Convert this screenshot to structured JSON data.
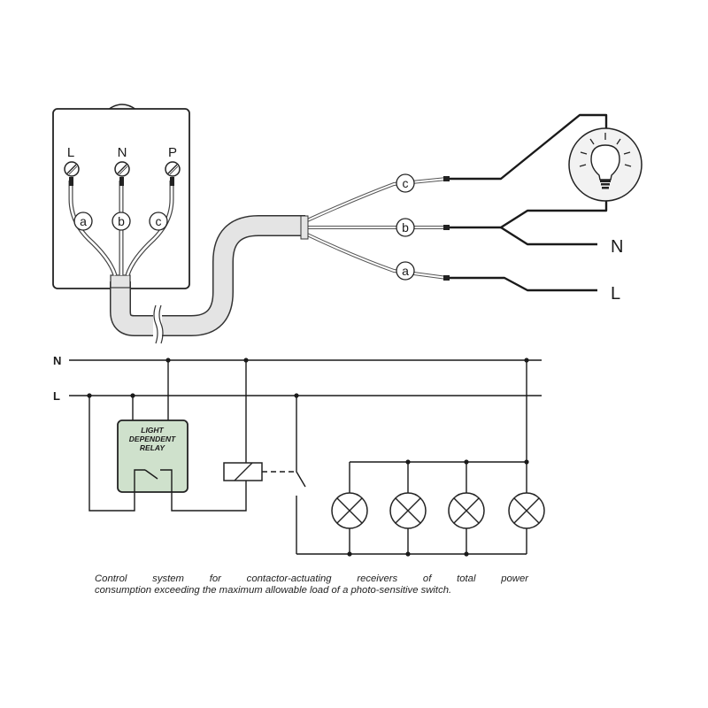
{
  "box_terminals": [
    "L",
    "N",
    "P"
  ],
  "wire_labels": [
    "a",
    "b",
    "c"
  ],
  "supply_labels": {
    "neutral": "N",
    "line": "L"
  },
  "relay_label": [
    "LIGHT",
    "DEPENDENT",
    "RELAY"
  ],
  "caption": {
    "line1": "Control system for contactor-actuating receivers of total power",
    "line2": "consumption exceeding the maximum allowable load of a photo-sensitive switch."
  },
  "colors": {
    "wire": "#1a1a1a",
    "cable": "#e4e4e4",
    "relay": "#cfe1cc",
    "lamp_bg": "#f2f2f2"
  }
}
